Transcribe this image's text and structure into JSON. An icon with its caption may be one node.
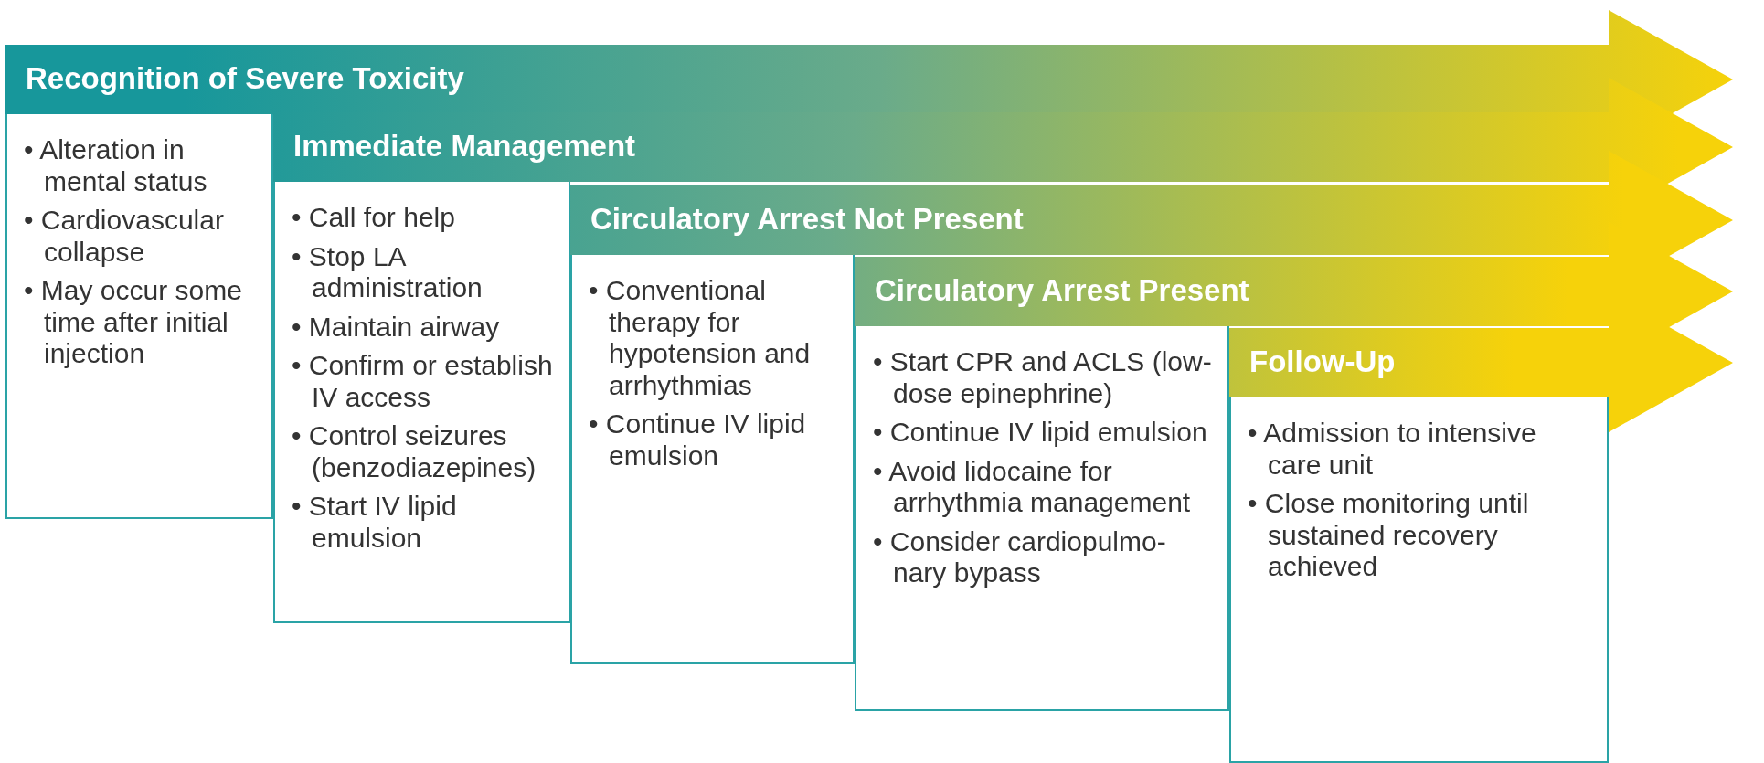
{
  "diagram": {
    "nodes": [
      {
        "text": [
          "Recognition of Severe Toxicity"
        ]
      },
      {
        "text": [
          "• Alteration in mental status",
          "• Cardiovascular collapse",
          "• May occur some time after initial injection"
        ]
      },
      {
        "text": [
          "Immediate Management"
        ]
      },
      {
        "text": [
          "• Call for help",
          "• Stop LA administration",
          "• Maintain airway",
          "• Confirm or establish IV access",
          "• Control seizures (benzodiazepines)",
          "• Start IV lipid emulsion"
        ]
      },
      {
        "text": [
          "Circulatory Arrest Not Present"
        ]
      },
      {
        "text": [
          "• Conventional therapy for hypotension and arrhythmias",
          "• Continue IV lipid emulsion"
        ]
      },
      {
        "text": [
          "Circulatory Arrest Present"
        ]
      },
      {
        "text": [
          "• Start CPR and ACLS (low-dose epinephrine)",
          "• Continue IV lipid emulsion",
          "• Avoid lidocaine for arrhythmia management",
          "• Consider cardiopulmo-nary bypass"
        ]
      },
      {
        "text": [
          "Follow-Up"
        ]
      },
      {
        "text": [
          "• Admission to intensive care unit",
          "• Close monitoring until sustained recovery achieved"
        ]
      }
    ]
  }
}
